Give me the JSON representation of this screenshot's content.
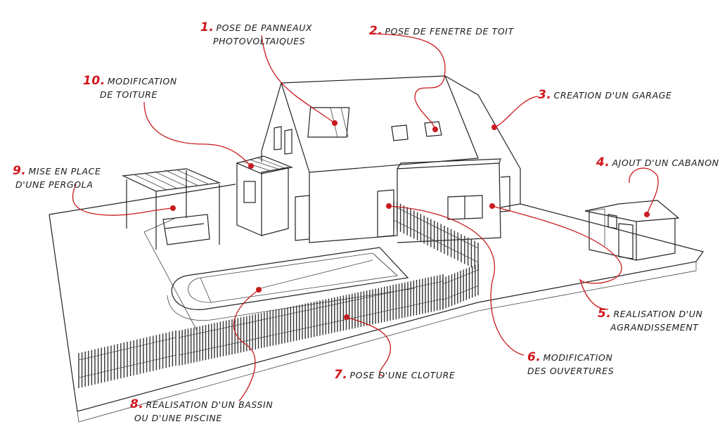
{
  "annotations": [
    {
      "num": "1.",
      "lines": [
        "POSE DE PANNEAUX",
        "PHOTOVOLTAIQUES"
      ]
    },
    {
      "num": "2.",
      "lines": [
        "POSE DE FENETRE DE TOIT"
      ]
    },
    {
      "num": "3.",
      "lines": [
        "CREATION D'UN GARAGE"
      ]
    },
    {
      "num": "4.",
      "lines": [
        "AJOUT D'UN CABANON"
      ]
    },
    {
      "num": "5.",
      "lines": [
        "REALISATION D'UN",
        "AGRANDISSEMENT"
      ]
    },
    {
      "num": "6.",
      "lines": [
        "MODIFICATION",
        "DES OUVERTURES"
      ]
    },
    {
      "num": "7.",
      "lines": [
        "POSE D'UNE CLOTURE"
      ]
    },
    {
      "num": "8.",
      "lines": [
        "REALISATION D'UN BASSIN",
        "OU D'UNE PISCINE"
      ]
    },
    {
      "num": "9.",
      "lines": [
        "MISE EN PLACE",
        "D'UNE PERGOLA"
      ]
    },
    {
      "num": "10.",
      "lines": [
        "MODIFICATION",
        "DE TOITURE"
      ]
    }
  ],
  "colors": {
    "accent": "#c81a1f",
    "ink": "#222222"
  }
}
